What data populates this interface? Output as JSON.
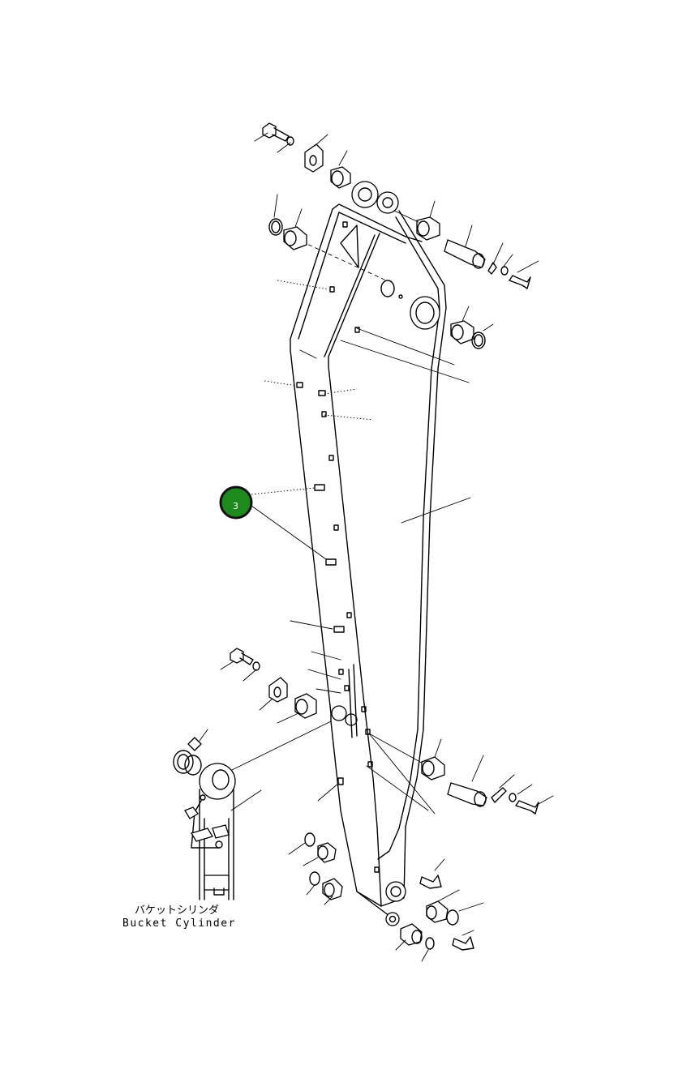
{
  "colors": {
    "line": "#000000",
    "callout_fill": "#1e8a1e",
    "callout_stroke": "#111111",
    "background": "#ffffff"
  },
  "callout": {
    "number": "3"
  },
  "labels": {
    "bucket_cylinder_jp": "バケットシリンダ",
    "bucket_cylinder_en": "Bucket Cylinder"
  }
}
